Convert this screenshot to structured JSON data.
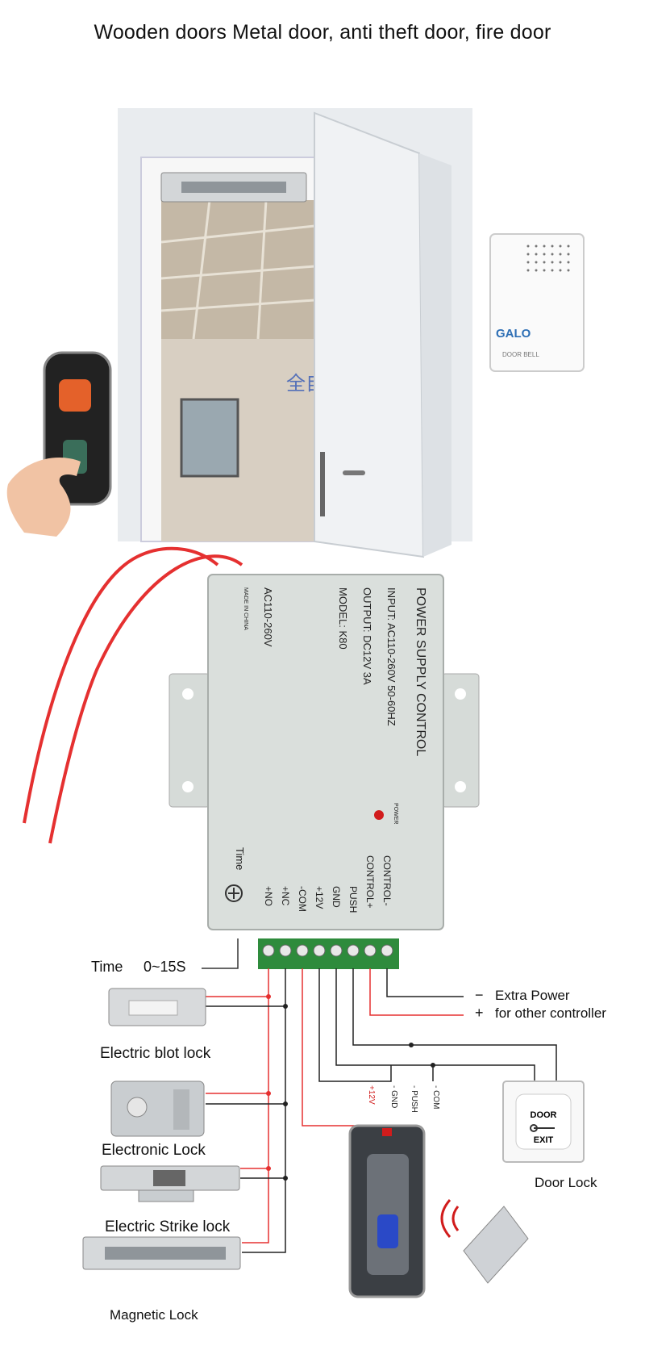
{
  "title": "Wooden doors Metal door, anti theft door, fire door",
  "doorbell": {
    "brand": "GALO",
    "label": "DOOR BELL"
  },
  "scene_sign": "全自 创现代",
  "power_supply": {
    "title": "POWER SUPPLY CONTROL",
    "input": "INPUT: AC110-260V 50-60HZ",
    "output": "OUTPUT: DC12V 3A",
    "model": "MODEL: K80",
    "ac": "AC110-260V",
    "made_in": "MADE IN CHINA",
    "power_led": "POWER",
    "time_knob": "Time",
    "terminals": [
      "+NO",
      "+NC",
      "-COM",
      "+12V",
      "GND",
      "PUSH",
      "CONTROL+",
      "CONTROL-"
    ]
  },
  "time_label": "Time",
  "time_range": "0~15S",
  "extra_power": {
    "minus": "−",
    "plus": "+",
    "line1": "Extra Power",
    "line2": "for other controller"
  },
  "reader_wires": [
    "+12V",
    "- GND",
    "- PUSH",
    "- COM"
  ],
  "exit_button": {
    "line1": "DOOR",
    "line2": "EXIT",
    "label": "Door Lock"
  },
  "locks": [
    {
      "label": "Electric blot lock"
    },
    {
      "label": "Electronic Lock"
    },
    {
      "label": "Electric Strike lock"
    },
    {
      "label": "Magnetic Lock"
    }
  ],
  "colors": {
    "wire_red": "#e53030",
    "wire_black": "#222222",
    "psu_body": "#dadfdc",
    "terminal_green": "#2e8b3c"
  }
}
